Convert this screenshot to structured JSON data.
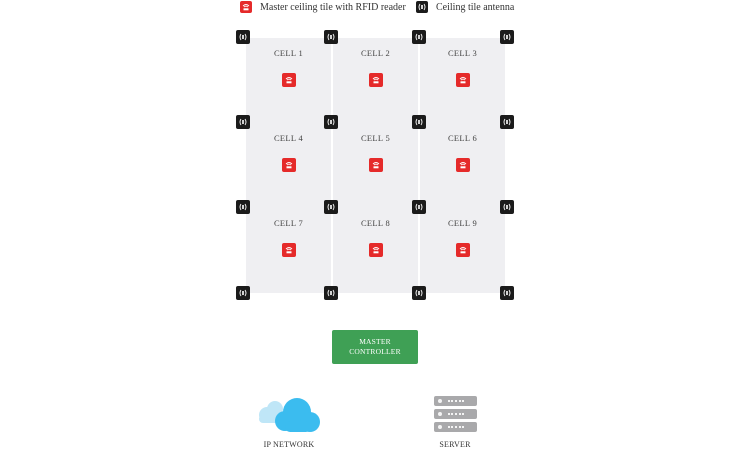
{
  "legend": {
    "master_tile": "Master ceiling tile with RFID reader",
    "antenna": "Ceiling tile antenna"
  },
  "cells": [
    {
      "label": "CELL 1"
    },
    {
      "label": "CELL 2"
    },
    {
      "label": "CELL 3"
    },
    {
      "label": "CELL 4"
    },
    {
      "label": "CELL 5"
    },
    {
      "label": "CELL 6"
    },
    {
      "label": "CELL 7"
    },
    {
      "label": "CELL 8"
    },
    {
      "label": "CELL 9"
    }
  ],
  "controller": {
    "line1": "MASTER",
    "line2": "CONTROLLER"
  },
  "network": {
    "label": "IP NETWORK"
  },
  "server": {
    "label": "SERVER"
  },
  "colors": {
    "reader_red": "#e52a2a",
    "antenna_black": "#1b1b1b",
    "controller_green": "#3fa055",
    "cell_bg": "#efeff2",
    "cloud_blue": "#3bbcef",
    "cloud_light": "#bfe6f7",
    "server_gray": "#a9a9ab"
  },
  "icons": {
    "reader": "rfid-reader-icon",
    "antenna": "antenna-icon",
    "network": "cloud-icon",
    "server": "server-icon"
  }
}
